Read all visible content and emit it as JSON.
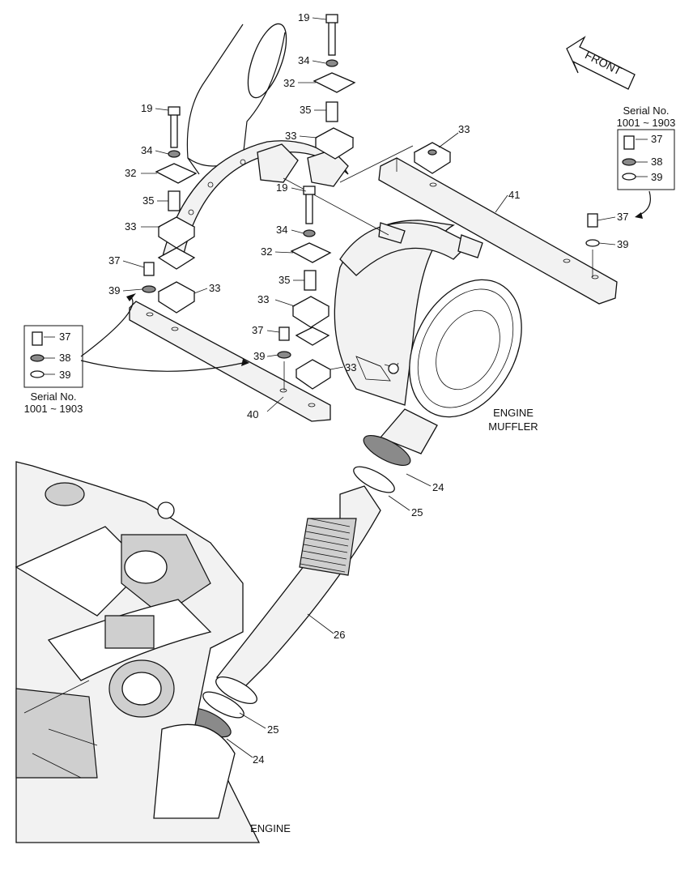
{
  "labels": {
    "front": "FRONT",
    "engine_muffler_line1": "ENGINE",
    "engine_muffler_line2": "MUFFLER",
    "engine": "ENGINE",
    "serial_title": "Serial No.",
    "serial_range": "1001 ~ 1903"
  },
  "callouts": {
    "n19a": "19",
    "n34a": "34",
    "n32a": "32",
    "n35a": "35",
    "n33a": "33",
    "n19b": "19",
    "n34b": "34",
    "n32b": "32",
    "n35b": "35",
    "n33b": "33",
    "n37a": "37",
    "n39a": "39",
    "n33c": "33",
    "n19c": "19",
    "n34c": "34",
    "n32c": "32",
    "n35c": "35",
    "n33d": "33",
    "n37b": "37",
    "n39b": "39",
    "n33e": "33",
    "n33f": "33",
    "n41": "41",
    "n37c": "37",
    "n39c": "39",
    "n40": "40",
    "n24a": "24",
    "n25a": "25",
    "n26": "26",
    "n25b": "25",
    "n24b": "24"
  },
  "legend_left": {
    "i37": "37",
    "i38": "38",
    "i39": "39"
  },
  "legend_right": {
    "i37": "37",
    "i38": "38",
    "i39": "39"
  }
}
